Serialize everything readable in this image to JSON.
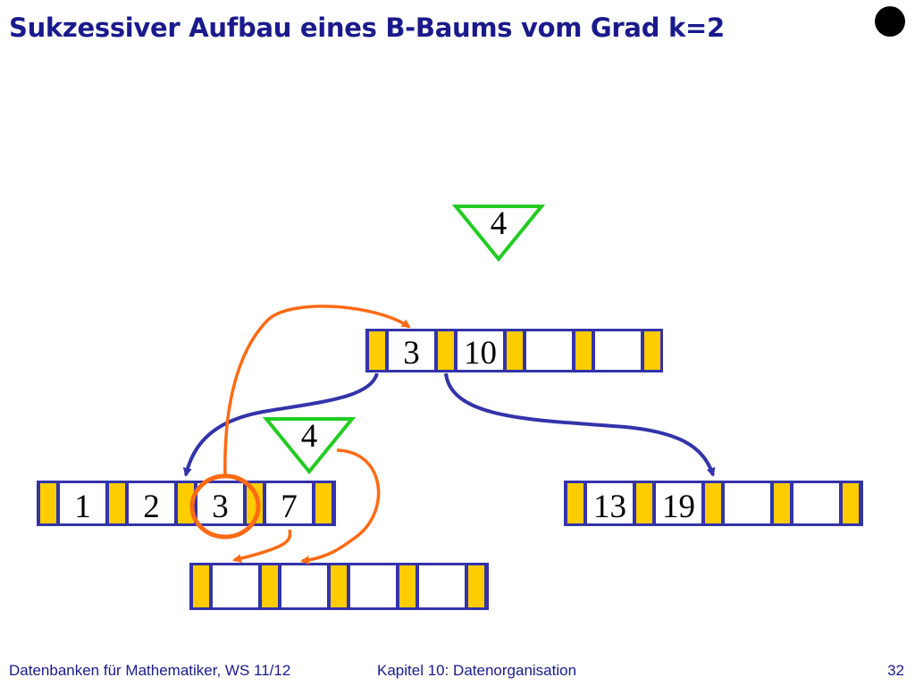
{
  "slide": {
    "title": "Sukzessiver Aufbau eines B-Baums vom Grad k=2"
  },
  "footer": {
    "left": "Datenbanken für Mathematiker, WS 11/12",
    "center": "Kapitel 10: Datenorganisation",
    "page": "32"
  },
  "diagram": {
    "insert_markers": [
      "4",
      "4"
    ],
    "root_keys": [
      "3",
      "10",
      "",
      ""
    ],
    "left_leaf_keys": [
      "1",
      "2",
      "3",
      "7"
    ],
    "right_leaf_keys": [
      "13",
      "19",
      "",
      ""
    ],
    "new_leaf_keys": [
      "",
      "",
      "",
      ""
    ]
  },
  "colors": {
    "title": "#1a1a8c",
    "node_border": "#3333aa",
    "pointer_cell": "#ffcc00",
    "marker": "#22cc22",
    "split_arrow": "#ff6a13",
    "child_arrow": "#3333aa"
  }
}
